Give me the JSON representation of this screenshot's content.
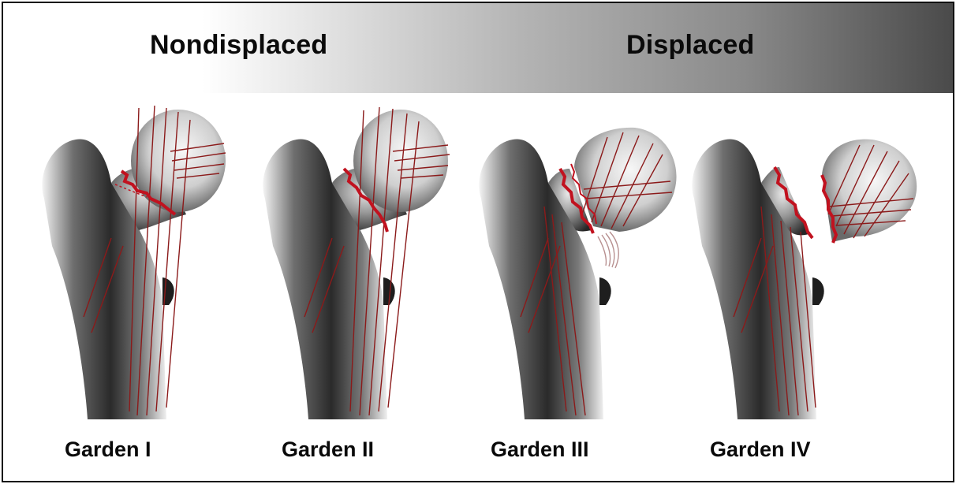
{
  "header": {
    "left_label": "Nondisplaced",
    "right_label": "Displaced"
  },
  "panels": [
    {
      "label": "Garden I"
    },
    {
      "label": "Garden II"
    },
    {
      "label": "Garden III"
    },
    {
      "label": "Garden IV"
    }
  ],
  "colors": {
    "bone_dark": "#2b2b2b",
    "bone_light": "#f2f2f2",
    "fracture_line": "#c1121f",
    "trabecular_line": "#8b1a1a",
    "header_gradient_end": "#4a4a4a"
  }
}
